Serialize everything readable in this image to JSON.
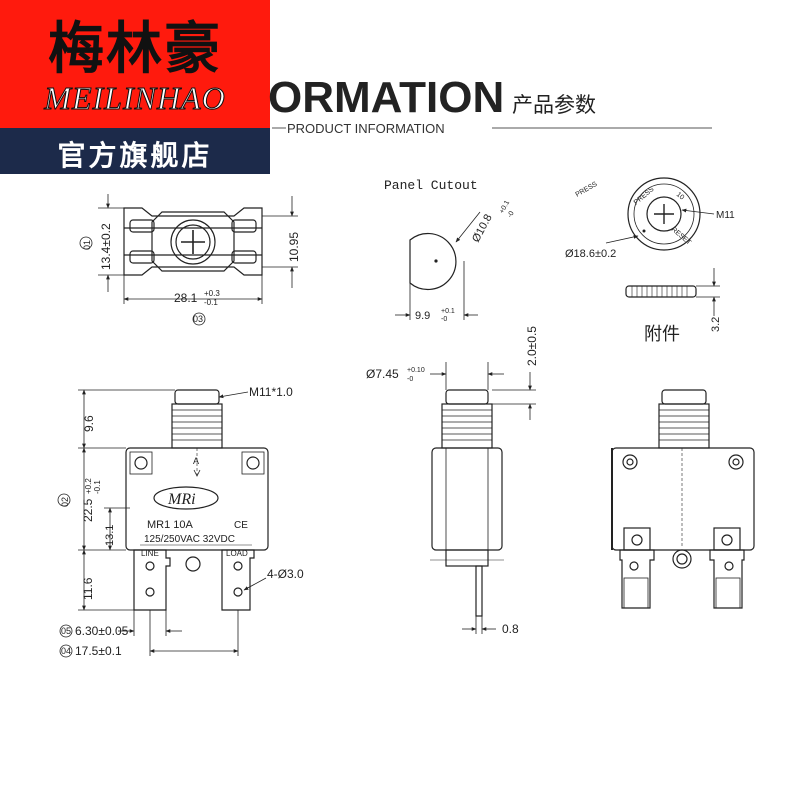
{
  "header": {
    "title_fragment": "ORMATION",
    "subtitle_cn": "产品参数",
    "subtitle_en": "PRODUCT INFORMATION"
  },
  "brand": {
    "name_cn": "梅林豪",
    "name_latin": "MEILINHAO",
    "store_label": "官方旗舰店",
    "red": "#ff1a0d",
    "navy": "#1c2a4a"
  },
  "top_view": {
    "dim_height": "13.4±0.2",
    "dim_height_tag": "01",
    "dim_right": "10.95",
    "dim_width_base": "28.1",
    "dim_width_tol_up": "+0.3",
    "dim_width_tol_down": "-0.1",
    "dim_width_tag": "03"
  },
  "panel_cutout": {
    "title": "Panel Cutout",
    "diameter": "Ø10.8",
    "diameter_tol_up": "+0.1",
    "diameter_tol_down": "-0",
    "flat": "9.9",
    "flat_tol_up": "+0.1",
    "flat_tol_down": "-0"
  },
  "accessory": {
    "nut_press": "PRESS",
    "nut_ring_press": "PRESS",
    "nut_ring_10": "10",
    "nut_ring_reset": "RESET",
    "nut_label": "M11",
    "nut_diameter": "Ø18.6±0.2",
    "washer_thickness": "3.2",
    "label_cn": "附件"
  },
  "front_view": {
    "thread": "M11*1.0",
    "dim_button": "9.6",
    "dim_body_base": "22.5",
    "dim_body_tol_up": "+0.2",
    "dim_body_tol_down": "-0.1",
    "dim_body_tag": "02",
    "dim_inner": "13.1",
    "dim_term": "11.6",
    "brand_mark": "MRi",
    "model": "MR1  10A",
    "ce": "CE",
    "rating": "125/250VAC  32VDC",
    "arrow_letter": "A",
    "line_label": "LINE",
    "load_label": "LOAD",
    "holes": "4-Ø3.0",
    "dim_term_width": "6.30±0.05",
    "dim_term_width_tag": "05",
    "dim_pitch": "17.5±0.1",
    "dim_pitch_tag": "04"
  },
  "side_view": {
    "dim_stem_base": "Ø7.45",
    "dim_stem_tol_up": "+0.10",
    "dim_stem_tol_down": "-0",
    "dim_top": "2.0±0.5",
    "dim_tab": "0.8"
  }
}
